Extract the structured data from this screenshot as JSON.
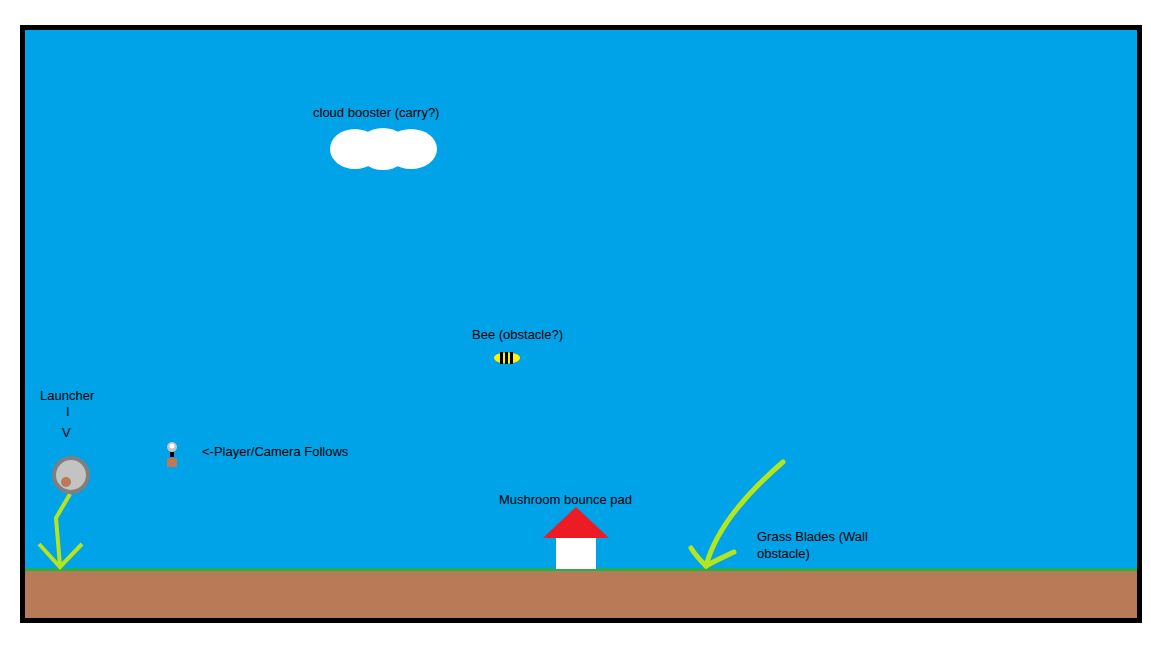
{
  "diagram": {
    "labels": [
      "cloud booster (carry?)",
      "Bee (obstacle?)",
      "Launcher",
      "I",
      "V",
      "<-Player/Camera Follows",
      "Mushroom bounce pad",
      "Grass Blades (Wall obstacle)"
    ]
  }
}
